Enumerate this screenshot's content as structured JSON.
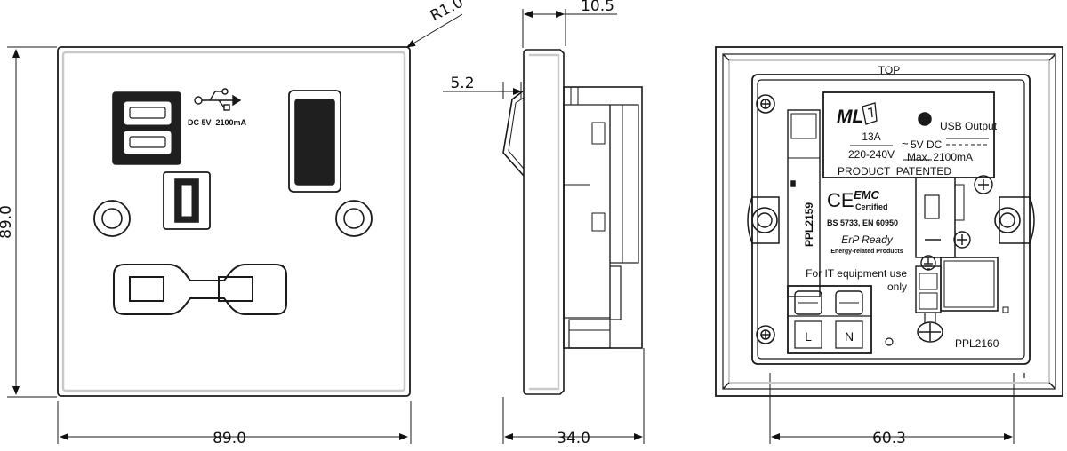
{
  "dimensions": {
    "front_width": "89.0",
    "front_height": "89.0",
    "corner_radius": "R1.0",
    "side_depth": "34.0",
    "side_plate": "10.5",
    "side_switch": "5.2",
    "rear_width": "60.3"
  },
  "front": {
    "usb_label": "DC 5V  2100mA"
  },
  "rear": {
    "top_label": "TOP",
    "brand": "ML",
    "rating_current": "13A",
    "rating_voltage": "220-240V",
    "usb_title": "USB Output",
    "usb_voltage": "5V DC",
    "usb_current": "Max. 2100mA",
    "patent": "PRODUCT  PATENTED",
    "ce_mark": "CE",
    "emc_title": "EMC",
    "emc_sub": "Certified",
    "standards": "BS 5733, EN 60950",
    "erp_title": "ErP Ready",
    "erp_sub": "Energy-related Products",
    "it_line1": "For IT equipment use",
    "it_line2": "only",
    "model_side": "PPL2159",
    "model_bottom": "PPL2160",
    "terminal_live": "L",
    "terminal_neutral": "N"
  },
  "colors": {
    "line": "#1a1a1a",
    "faceplate_edge": "#c9c9c9"
  }
}
